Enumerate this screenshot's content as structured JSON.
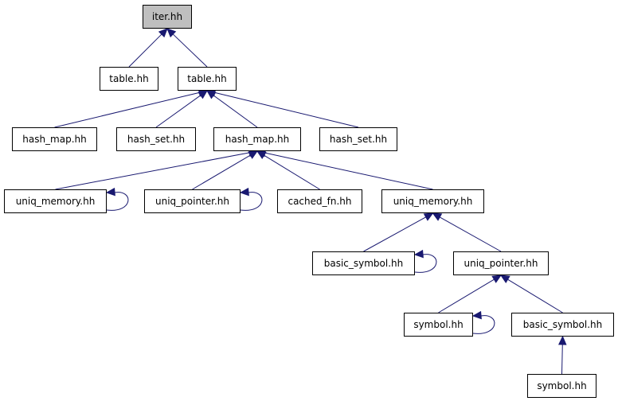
{
  "graph": {
    "edge_color": "#191970",
    "root_fill": "#bfbfbf",
    "nodes": [
      {
        "id": "iter",
        "label": "iter.hh"
      },
      {
        "id": "table1",
        "label": "table.hh"
      },
      {
        "id": "table2",
        "label": "table.hh"
      },
      {
        "id": "hmap1",
        "label": "hash_map.hh"
      },
      {
        "id": "hset1",
        "label": "hash_set.hh"
      },
      {
        "id": "hmap2",
        "label": "hash_map.hh"
      },
      {
        "id": "hset2",
        "label": "hash_set.hh"
      },
      {
        "id": "umem1",
        "label": "uniq_memory.hh"
      },
      {
        "id": "uptr1",
        "label": "uniq_pointer.hh"
      },
      {
        "id": "cfn",
        "label": "cached_fn.hh"
      },
      {
        "id": "umem2",
        "label": "uniq_memory.hh"
      },
      {
        "id": "bsym1",
        "label": "basic_symbol.hh"
      },
      {
        "id": "uptr2",
        "label": "uniq_pointer.hh"
      },
      {
        "id": "sym1",
        "label": "symbol.hh"
      },
      {
        "id": "bsym2",
        "label": "basic_symbol.hh"
      },
      {
        "id": "sym2",
        "label": "symbol.hh"
      }
    ],
    "edges": [
      {
        "from": "table1",
        "to": "iter"
      },
      {
        "from": "table2",
        "to": "iter"
      },
      {
        "from": "hmap1",
        "to": "table2"
      },
      {
        "from": "hset1",
        "to": "table2"
      },
      {
        "from": "hmap2",
        "to": "table2"
      },
      {
        "from": "hset2",
        "to": "table2"
      },
      {
        "from": "umem1",
        "to": "hmap2"
      },
      {
        "from": "uptr1",
        "to": "hmap2"
      },
      {
        "from": "cfn",
        "to": "hmap2"
      },
      {
        "from": "umem2",
        "to": "hmap2"
      },
      {
        "from": "bsym1",
        "to": "umem2"
      },
      {
        "from": "uptr2",
        "to": "umem2"
      },
      {
        "from": "sym1",
        "to": "uptr2"
      },
      {
        "from": "bsym2",
        "to": "uptr2"
      },
      {
        "from": "sym2",
        "to": "bsym2"
      },
      {
        "from": "umem1",
        "to": "umem1"
      },
      {
        "from": "uptr1",
        "to": "uptr1"
      },
      {
        "from": "bsym1",
        "to": "bsym1"
      },
      {
        "from": "sym1",
        "to": "sym1"
      }
    ]
  }
}
